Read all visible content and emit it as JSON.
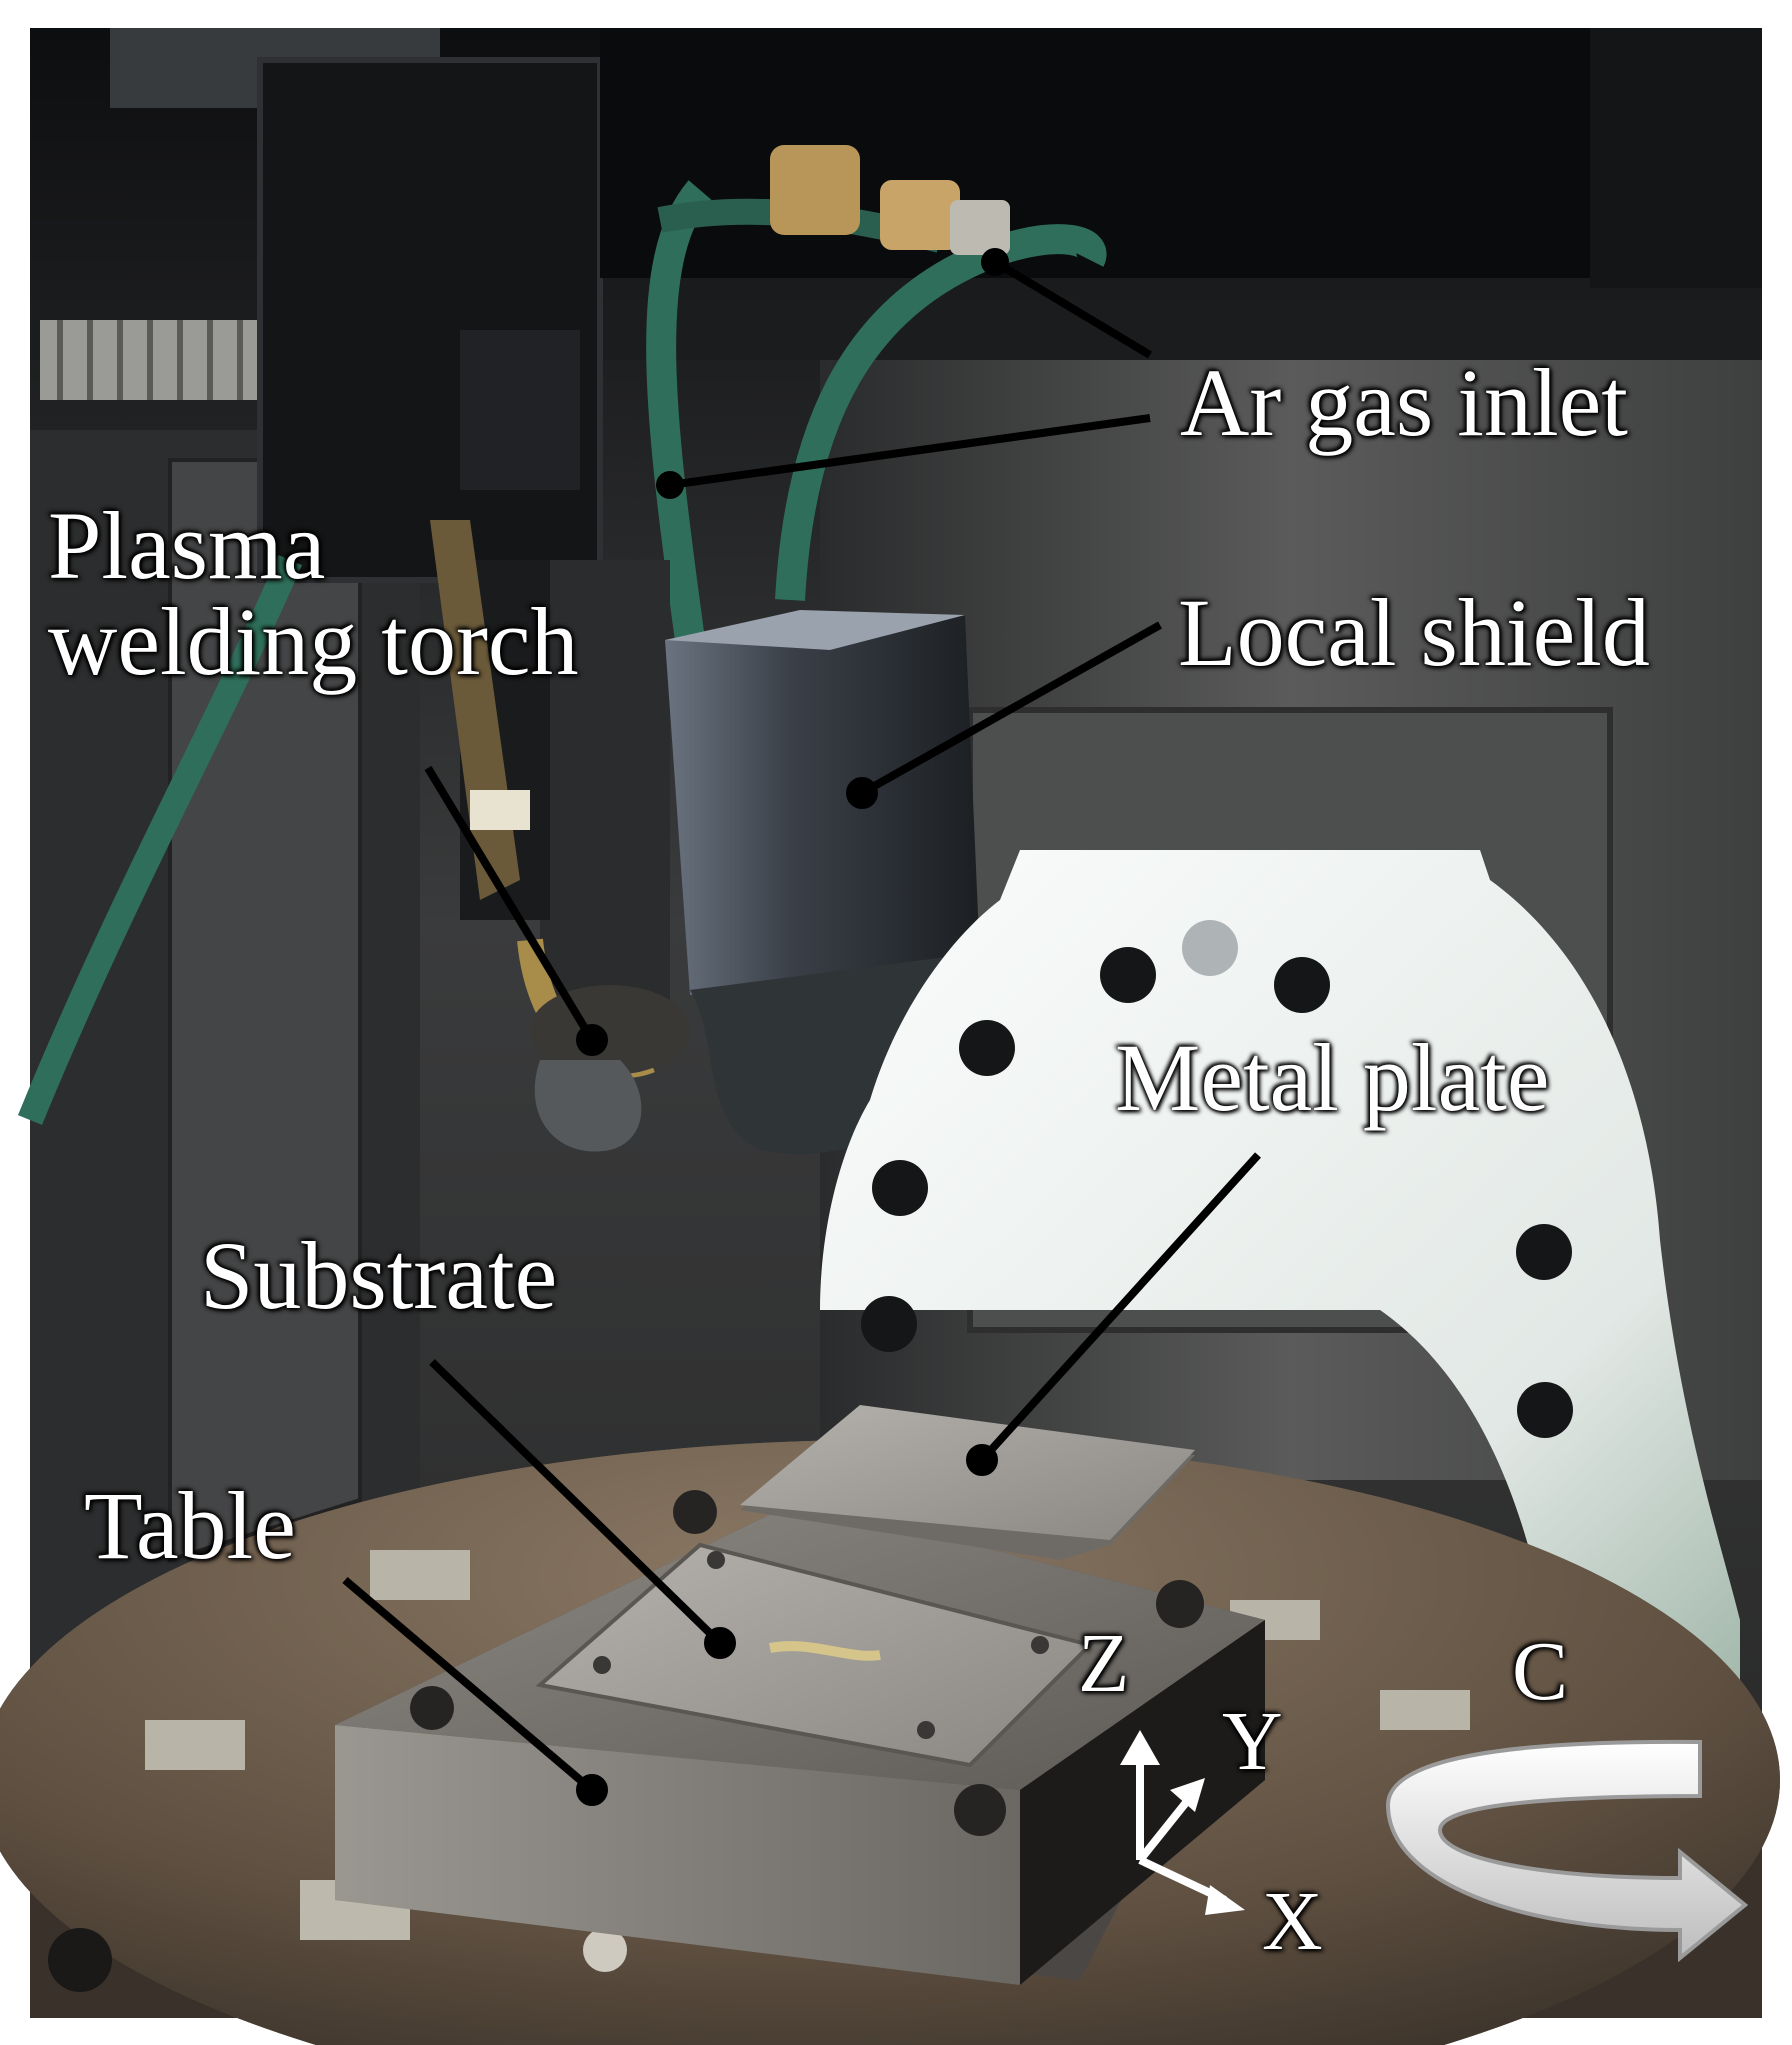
{
  "figure": {
    "labels": {
      "ar_gas_inlet": "Ar gas inlet",
      "plasma_welding_torch": "Plasma\nwelding torch",
      "local_shield": "Local shield",
      "metal_plate": "Metal plate",
      "substrate": "Substrate",
      "table": "Table"
    },
    "axes": {
      "z": "Z",
      "y": "Y",
      "x": "X",
      "c": "C"
    }
  },
  "colors": {
    "hose": "#2f6e5a",
    "background_dark": "#1a1a1a",
    "white_arm": "#e8ecea",
    "steel": "#8a8680",
    "table_bronze": "#6e5e4c"
  }
}
